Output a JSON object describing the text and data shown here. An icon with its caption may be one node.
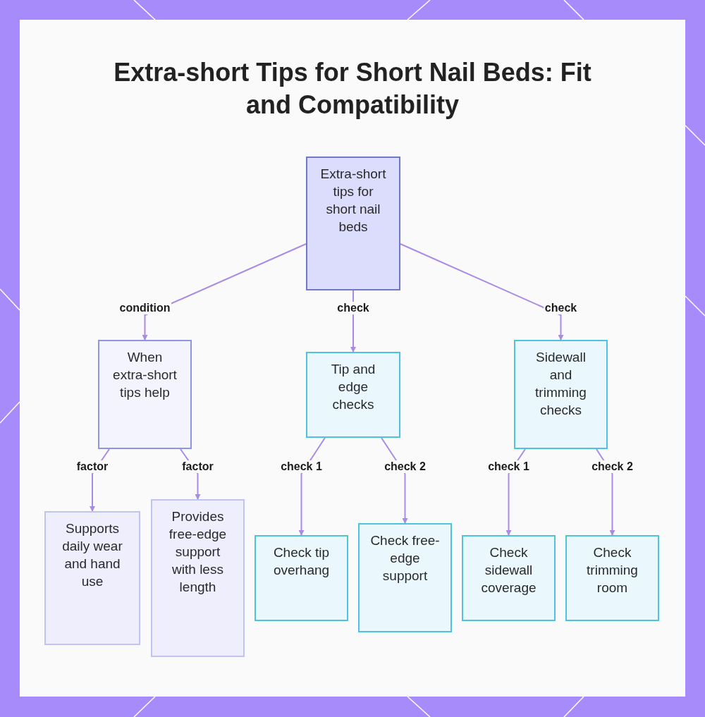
{
  "diagram": {
    "title": "Extra-short Tips for Short Nail Beds: Fit and Compatibility",
    "nodes": [
      {
        "text": [
          "Extra-short tips for short nail beds"
        ]
      },
      {
        "text": [
          "When extra-short tips help"
        ]
      },
      {
        "text": [
          "Tip and edge checks"
        ]
      },
      {
        "text": [
          "Sidewall and trimming checks"
        ]
      },
      {
        "text": [
          "Supports daily wear and hand use"
        ]
      },
      {
        "text": [
          "Provides free-edge support with less length"
        ]
      },
      {
        "text": [
          "Check tip overhang"
        ]
      },
      {
        "text": [
          "Check free-edge support"
        ]
      },
      {
        "text": [
          "Check sidewall coverage"
        ]
      },
      {
        "text": [
          "Check trimming room"
        ]
      }
    ],
    "edges": [
      {
        "from": 0,
        "to": 1,
        "arrow": "to",
        "label": "condition"
      },
      {
        "from": 0,
        "to": 2,
        "arrow": "to",
        "label": "check"
      },
      {
        "from": 0,
        "to": 3,
        "arrow": "to",
        "label": "check"
      },
      {
        "from": 1,
        "to": 4,
        "arrow": "to",
        "label": "factor"
      },
      {
        "from": 1,
        "to": 5,
        "arrow": "to",
        "label": "factor"
      },
      {
        "from": 2,
        "to": 6,
        "arrow": "to",
        "label": "check 1"
      },
      {
        "from": 2,
        "to": 7,
        "arrow": "to",
        "label": "check 2"
      },
      {
        "from": 3,
        "to": 8,
        "arrow": "to",
        "label": "check 1"
      },
      {
        "from": 3,
        "to": 9,
        "arrow": "to",
        "label": "check 2"
      }
    ]
  }
}
